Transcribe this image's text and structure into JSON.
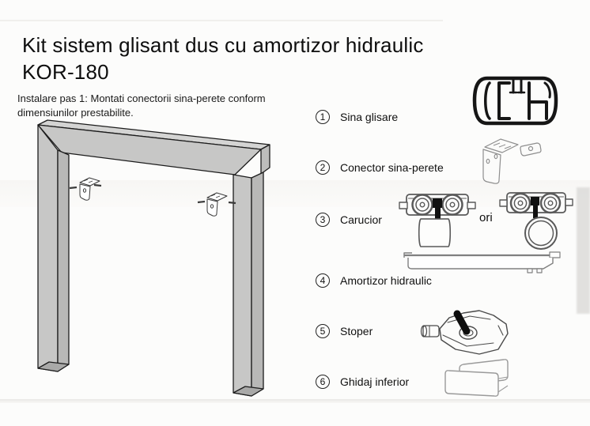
{
  "document": {
    "title_line1": "Kit sistem glisant dus cu amortizor hidraulic",
    "title_line2": "KOR-180",
    "instructions": "Instalare pas 1: Montati conectorii sina-perete conform dimensiunilor prestabilite."
  },
  "parts_list": {
    "or_label": "ori",
    "items": [
      {
        "number": "1",
        "label": "Sina glisare",
        "icons": [
          "rail-profile-icon"
        ]
      },
      {
        "number": "2",
        "label": "Conector sina-perete",
        "icons": [
          "wall-bracket-icon"
        ]
      },
      {
        "number": "3",
        "label": "Carucior",
        "icons": [
          "trolley-square-hanger-icon",
          "trolley-ring-hanger-icon"
        ]
      },
      {
        "number": "4",
        "label": "Amortizor hidraulic",
        "icons": [
          "hydraulic-damper-icon"
        ]
      },
      {
        "number": "5",
        "label": "Stoper",
        "icons": [
          "stopper-icon"
        ]
      },
      {
        "number": "6",
        "label": "Ghidaj inferior",
        "icons": [
          "floor-guide-icon"
        ]
      }
    ]
  },
  "diagram_labels": {},
  "colors": {
    "frame_fill": "#c7c7c6",
    "frame_outline": "#1c1c1c",
    "sketch_stroke": "#8e8e8e",
    "background": "#fcfcfb",
    "accent_black": "#111111"
  }
}
